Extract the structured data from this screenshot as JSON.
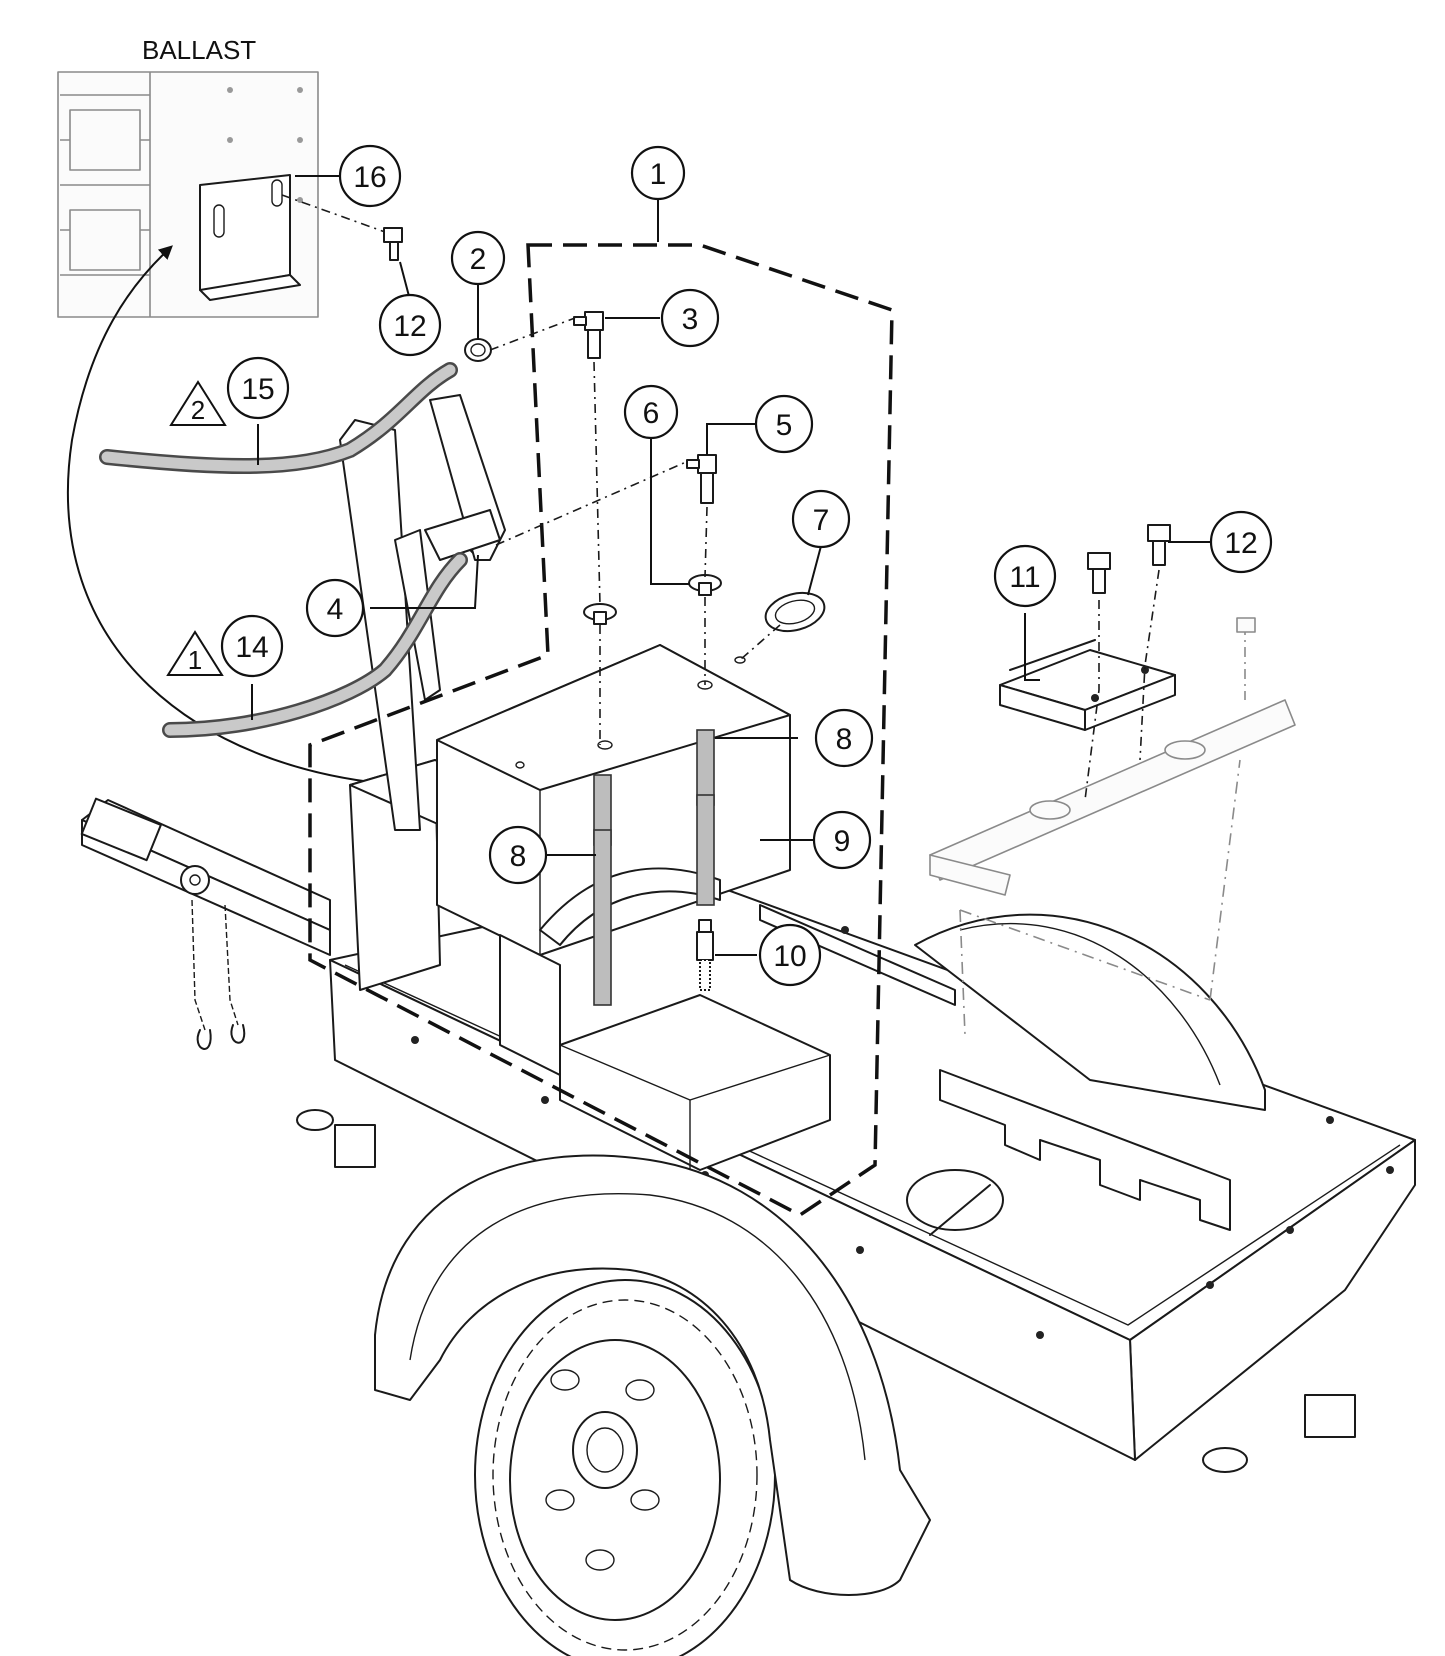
{
  "inset": {
    "title": "BALLAST"
  },
  "callouts": [
    {
      "id": "c1",
      "label": "1"
    },
    {
      "id": "c2",
      "label": "2"
    },
    {
      "id": "c3",
      "label": "3"
    },
    {
      "id": "c4",
      "label": "4"
    },
    {
      "id": "c5",
      "label": "5"
    },
    {
      "id": "c6",
      "label": "6"
    },
    {
      "id": "c7",
      "label": "7"
    },
    {
      "id": "c8a",
      "label": "8"
    },
    {
      "id": "c8b",
      "label": "8"
    },
    {
      "id": "c9",
      "label": "9"
    },
    {
      "id": "c10",
      "label": "10"
    },
    {
      "id": "c11",
      "label": "11"
    },
    {
      "id": "c12a",
      "label": "12"
    },
    {
      "id": "c12b",
      "label": "12"
    },
    {
      "id": "c14",
      "label": "14"
    },
    {
      "id": "c15",
      "label": "15"
    },
    {
      "id": "c16",
      "label": "16"
    }
  ],
  "notes": [
    {
      "id": "n1",
      "label": "1"
    },
    {
      "id": "n2",
      "label": "2"
    }
  ]
}
